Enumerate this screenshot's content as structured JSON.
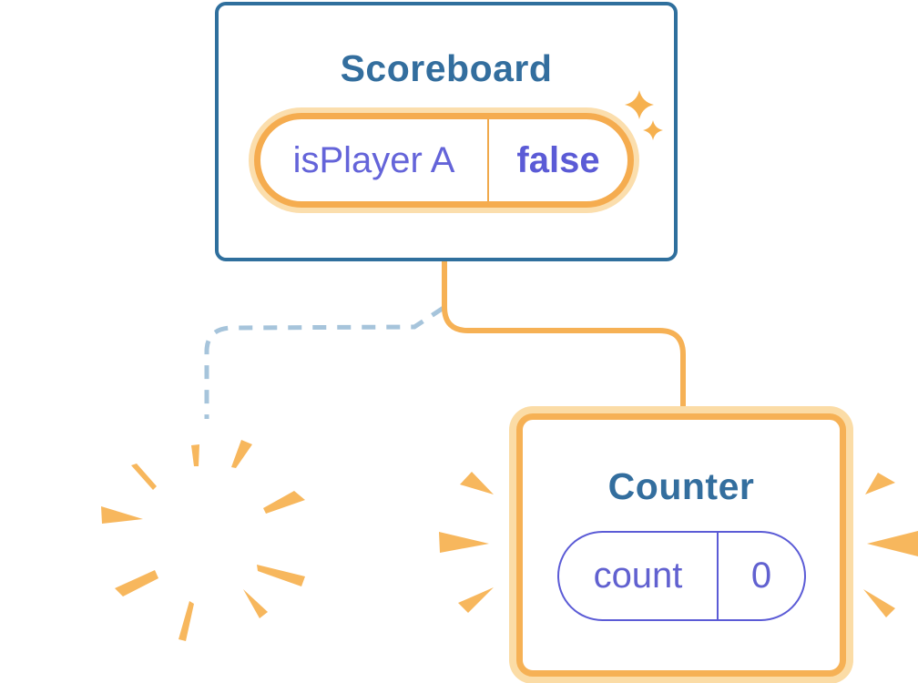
{
  "diagram": {
    "description": "React component tree state diagram",
    "scoreboard": {
      "title": "Scoreboard",
      "state_name": "isPlayer A",
      "state_value": "false"
    },
    "counter": {
      "title": "Counter",
      "state_name": "count",
      "state_value": "0"
    },
    "removed_component": {
      "note": "blank tilted card with poof burst (component removed)"
    }
  },
  "icons": {
    "sparkles": "sparkles-icon",
    "poof_burst": "poof-burst-icon",
    "emphasis_left": "emphasis-rays-left-icon",
    "emphasis_right": "emphasis-rays-right-icon"
  },
  "colors": {
    "background": "#FFFFFF",
    "card_border_blue": "#2F6F9D",
    "title_teal": "#336E9E",
    "state_text_purple": "#6464D9",
    "pill_border_purple": "#5B5BD6",
    "orange_solid": "#F6B155",
    "orange_halo": "#FBDEAD",
    "dashed_line_blue": "#A6C4DB",
    "ray_orange": "#F7B75D"
  }
}
